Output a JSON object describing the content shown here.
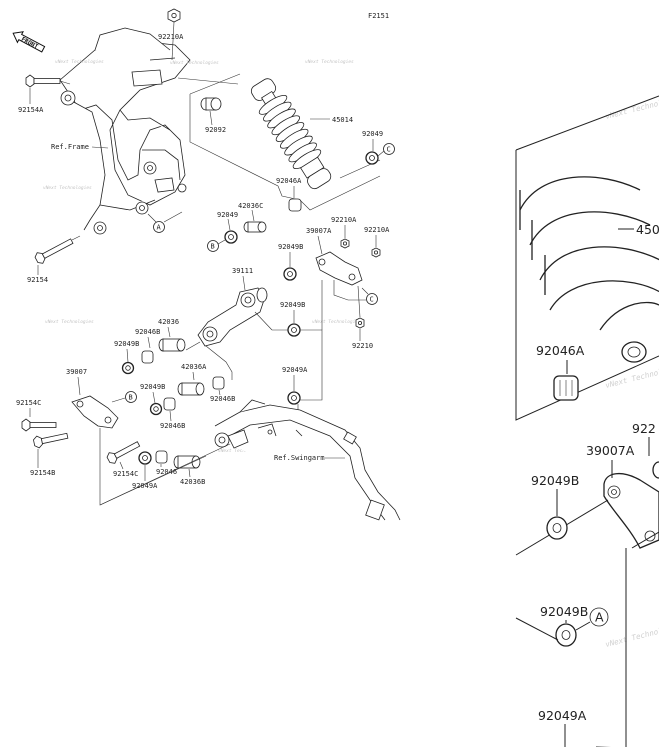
{
  "figure_code": "F2151",
  "front_label": "FRONT",
  "watermark": "vNext Technologies",
  "parts": {
    "p92210A_top": "92210A",
    "p92154A": "92154A",
    "p45014": "45014",
    "p92092": "92092",
    "p92049_top": "92049",
    "ref_frame": "Ref.Frame",
    "p92046A": "92046A",
    "p42036C": "42036C",
    "p92049_mid": "92049",
    "p92210A_a": "92210A",
    "p92210A_b": "92210A",
    "p39007A": "39007A",
    "p92049B_a": "92049B",
    "p92154": "92154",
    "p39111": "39111",
    "p92049B_b": "92049B",
    "p42036": "42036",
    "p92046B_a": "92046B",
    "p92049B_c": "92049B",
    "p92210": "92210",
    "p39007": "39007",
    "p42036A": "42036A",
    "p92049B_d": "92049B",
    "p92049A_a": "92049A",
    "p92154C_a": "92154C",
    "p92046B_b": "92046B",
    "p92046B_c": "92046B",
    "p92154B": "92154B",
    "p92154C_b": "92154C",
    "p42036B": "42036B",
    "ref_swingarm": "Ref.Swingarm",
    "p92046": "92046",
    "p92049A_b": "92049A"
  },
  "callouts": {
    "a": "A",
    "b": "B",
    "c": "C"
  },
  "detail_parts": {
    "d450": "450",
    "d92046A": "92046A",
    "d922": "922",
    "d39007A": "39007A",
    "d92049B_a": "92049B",
    "d92049B_b": "92049B",
    "d92049A": "92049A"
  }
}
